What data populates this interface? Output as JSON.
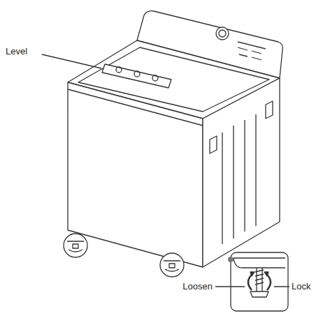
{
  "diagram": {
    "labels": [
      "Level",
      "Loosen",
      "Lock"
    ]
  }
}
